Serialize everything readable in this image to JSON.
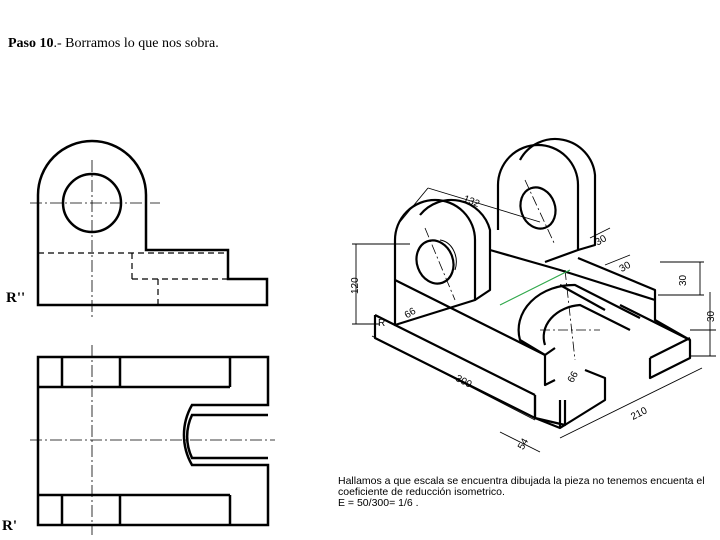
{
  "heading": {
    "step": "Paso 10",
    "text": ".- Borramos lo que nos sobra."
  },
  "views": {
    "elevation_label": "R''",
    "plan_label": "R'"
  },
  "dimensions": {
    "d132": "132",
    "d30a": "30",
    "d30b": "30",
    "d30c": "30",
    "d30d": "30",
    "d120": "120",
    "d66a": "66",
    "d66b": "66",
    "d300": "300",
    "d210": "210",
    "d54": "54",
    "r": "R"
  },
  "note": {
    "line1": "Hallamos a que escala se encuentra dibujada la pieza no tenemos encuenta el",
    "line2": "coeficiente de reducción isometrico.",
    "line3": "E = 50/300= 1/6 ."
  }
}
